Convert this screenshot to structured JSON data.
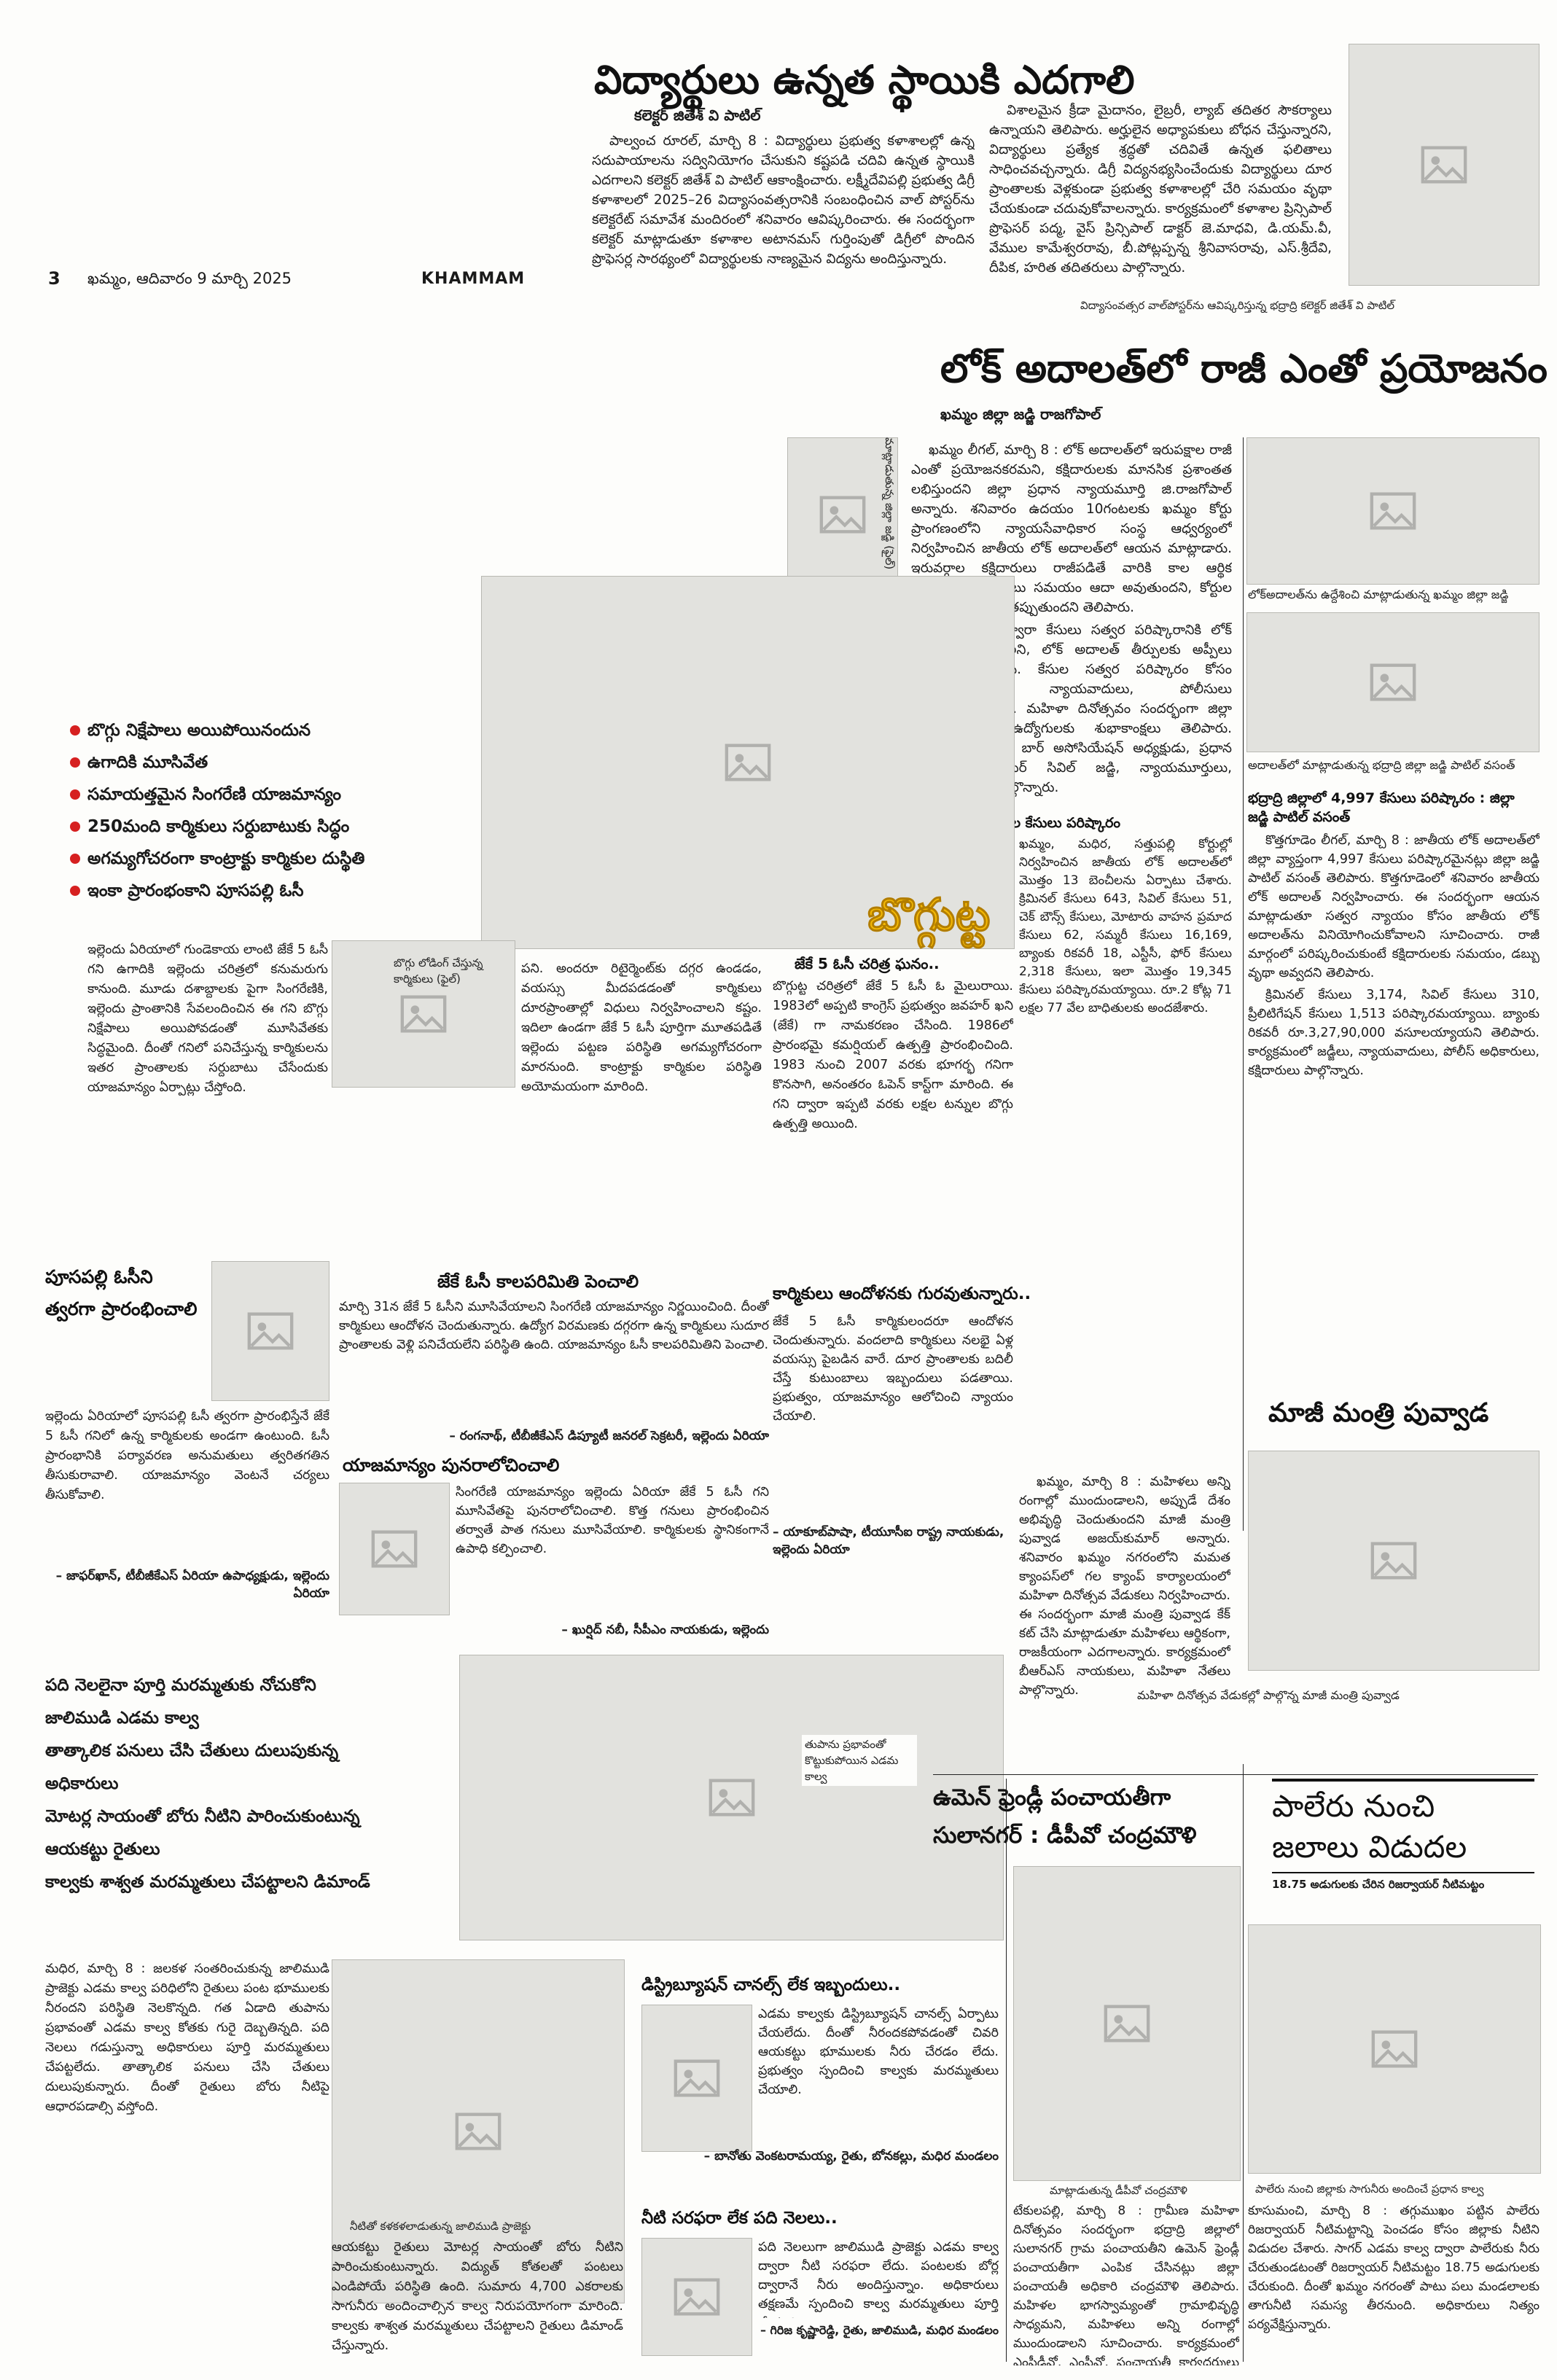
{
  "header": {
    "page_number": "3",
    "date_line": "ఖమ్మం, ఆదివారం 9 మార్చి 2025",
    "edition": "KHAMMAM"
  },
  "story_students": {
    "headline": "విద్యార్థులు ఉన్నత స్థాయికి ఎదగాలి",
    "byline": "కలెక్టర్ జితేశ్ వి పాటిల్",
    "paragraphs": [
      "పాల్వంచ రూరల్, మార్చి 8 : విద్యార్థులు ప్రభుత్వ కళాశాలల్లో ఉన్న సదుపాయాలను సద్వినియోగం చేసుకుని కష్టపడి చదివి ఉన్నత స్థాయికి ఎదగాలని కలెక్టర్ జితేశ్ వి పాటిల్ ఆకాంక్షించారు. లక్ష్మీదేవిపల్లి ప్రభుత్వ డిగ్రీ కళాశాలలో 2025–26 విద్యాసంవత్సరానికి సంబంధించిన వాల్ పోస్టర్‌ను కలెక్టరేట్ సమావేశ మందిరంలో శనివారం ఆవిష్కరించారు. ఈ సందర్భంగా కలెక్టర్ మాట్లాడుతూ కళాశాల అటానమస్ గుర్తింపుతో డిగ్రీలో పొందిన ప్రొఫెసర్ల సారథ్యంలో విద్యార్థులకు నాణ్యమైన విద్యను అందిస్తున్నారు.",
      "విశాలమైన క్రీడా మైదానం, లైబ్రరీ, ల్యాబ్ తదితర సౌకర్యాలు ఉన్నాయని తెలిపారు. అర్హులైన అధ్యాపకులు బోధన చేస్తున్నారని, విద్యార్థులు ప్రత్యేక శ్రద్ధతో చదివితే ఉన్నత ఫలితాలు సాధించవచ్చన్నారు. డిగ్రీ విద్యనభ్యసించేందుకు విద్యార్థులు దూర ప్రాంతాలకు వెళ్లకుండా ప్రభుత్వ కళాశాలల్లో చేరి సమయం వృథా చేయకుండా చదువుకోవాలన్నారు. కార్యక్రమంలో కళాశాల ప్రిన్సిపాల్ ప్రొఫెసర్ పద్మ, వైస్ ప్రిన్సిపాల్ డాక్టర్ జె.మాధవి, డి.యమ్.వీ, వేముల కామేశ్వరరావు, బీ.పోట్లప్పన్న శ్రీనివాసరావు, ఎస్.శ్రీదేవి, దీపిక, హరిత తదితరులు పాల్గొన్నారు."
    ],
    "photo_caption": "విద్యాసంవత్సర వాల్‌పోస్టర్‌ను ఆవిష్కరిస్తున్న భద్రాద్రి కలెక్టర్ జితేశ్ వి పాటిల్"
  },
  "story_lok_adalat": {
    "headline": "లోక్ అదాలత్‌లో రాజీ ఎంతో ప్రయోజనం",
    "byline": "ఖమ్మం జిల్లా జడ్జి రాజగోపాల్",
    "photo_label_vertical": "మాట్లాడుతున్న జిల్లా జడ్జి (ఫైల్)",
    "paragraphs": [
      "ఖమ్మం లీగల్, మార్చి 8 : లోక్ అదాలత్‌లో ఇరుపక్షాల రాజీ ఎంతో ప్రయోజనకరమని, కక్షిదారులకు మానసిక ప్రశాంతత లభిస్తుందని జిల్లా ప్రధాన న్యాయమూర్తి జి.రాజగోపాల్ అన్నారు. శనివారం ఉదయం 10గంటలకు ఖమ్మం కోర్టు ప్రాంగణంలోని న్యాయసేవాధికార సంస్థ ఆధ్వర్యంలో నిర్వహించిన జాతీయ లోక్ అదాలత్‌లో ఆయన మాట్లాడారు. ఇరువర్గాల కక్షిదారులు రాజీపడితే వారికి కాల ఆర్థిక ప్రయోజనాలతో పాటు సమయం ఆదా అవుతుందని, కోర్టుల చుట్టూ తిరిగే బాధ తప్పుతుందని తెలిపారు.",
      "రాజీ మార్గం ద్వారా కేసులు సత్వర పరిష్కారానికి లోక్ అదాలత్ వేదిక అని, లోక్ అదాలత్ తీర్పులకు అప్పీలు ఉండదని చెప్పారు. కేసుల సత్వర పరిష్కారం కోసం న్యాయమూర్తులు, న్యాయవాదులు, పోలీసులు సహకరించాలన్నారు. మహిళా దినోత్సవం సందర్భంగా జిల్లా జడ్జి మహిళా ఉద్యోగులకు శుభాకాంక్షలు తెలిపారు. కార్యక్రమంలో జిల్లా బార్ అసోసియేషన్ అధ్యక్షుడు, ప్రధాన కార్యదర్శి, సీనియర్ సివిల్ జడ్జి, న్యాయమూర్తులు, న్యాయవాదులు పాల్గొన్నారు."
    ],
    "sub_19": "19 వేల కేసులు పరిష్కారం",
    "sub_19_text": "ఖమ్మం, మధిర, సత్తుపల్లి కోర్టుల్లో నిర్వహించిన జాతీయ లోక్ అదాలత్‌లో మొత్తం 13 బెంచీలను ఏర్పాటు చేశారు. క్రిమినల్ కేసులు 643, సివిల్ కేసులు 51, చెక్ బౌన్స్ కేసులు, మోటారు వాహన ప్రమాద కేసులు 62, సమ్మరీ కేసులు 16,169, బ్యాంకు రికవరీ 18, ఎస్టీసీ, ఫోర్ కేసులు 2,318 కేసులు, ఇలా మొత్తం 19,345 కేసులు పరిష్కారమయ్యాయి. రూ.2 కోట్ల 71 లక్షల 77 వేల బాధితులకు అందజేశారు.",
    "photo_caption_1": "లోక్‌అదాలత్‌ను ఉద్దేశించి మాట్లాడుతున్న ఖమ్మం జిల్లా జడ్జి",
    "photo_caption_2": "అదాలత్‌లో మాట్లాడుతున్న భద్రాద్రి జిల్లా జడ్జి పాటిల్ వసంత్"
  },
  "story_bhadradri_cases": {
    "sub": "భద్రాద్రి జిల్లాలో 4,997 కేసులు పరిష్కారం : జిల్లా జడ్జి పాటిల్ వసంత్",
    "paragraphs": [
      "కొత్తగూడెం లీగల్, మార్చి 8 : జాతీయ లోక్ అదాలత్‌లో జిల్లా వ్యాప్తంగా 4,997 కేసులు పరిష్కారమైనట్లు జిల్లా జడ్జి పాటిల్ వసంత్ తెలిపారు. కొత్తగూడెంలో శనివారం జాతీయ లోక్ అదాలత్ నిర్వహించారు. ఈ సందర్భంగా ఆయన మాట్లాడుతూ సత్వర న్యాయం కోసం జాతీయ లోక్ అదాలత్‌ను వినియోగించుకోవాలని సూచించారు. రాజీ మార్గంలో పరిష్కరించుకుంటే కక్షిదారులకు సమయం, డబ్బు వృథా అవ్వదని తెలిపారు.",
      "క్రిమినల్ కేసులు 3,174, సివిల్ కేసులు 310, ప్రీలిటిగేషన్ కేసులు 1,513 పరిష్కారమయ్యాయి. బ్యాంకు రికవరీ రూ.3,27,90,000 వసూలయ్యాయని తెలిపారు. కార్యక్రమంలో జడ్జీలు, న్యాయవాదులు, పోలీస్ అధికారులు, కక్షిదారులు పాల్గొన్నారు."
    ]
  },
  "ex_minister": {
    "headline": "మాజీ మంత్రి పువ్వాడ",
    "paragraphs": [
      "ఖమ్మం, మార్చి 8 : మహిళలు అన్ని రంగాల్లో ముందుండాలని, అప్పుడే దేశం అభివృద్ధి చెందుతుందని మాజీ మంత్రి పువ్వాడ అజయ్‌కుమార్ అన్నారు. శనివారం ఖమ్మం నగరంలోని మమత క్యాంపస్‌లో గల క్యాంప్ కార్యాలయంలో మహిళా దినోత్సవ వేడుకలు నిర్వహించారు. ఈ సందర్భంగా మాజీ మంత్రి పువ్వాడ కేక్ కట్ చేసి మాట్లాడుతూ మహిళలు ఆర్థికంగా, రాజకీయంగా ఎదగాలన్నారు. కార్యక్రమంలో బీఆర్ఎస్ నాయకులు, మహిళా నేతలు పాల్గొన్నారు."
    ],
    "photo_caption": "మహిళా దినోత్సవ వేడుకల్లో పాల్గొన్న మాజీ మంత్రి పువ్వాడ"
  },
  "coal_bullets": [
    "బొగ్గు నిక్షేపాలు అయిపోయినందున",
    "ఉగాదికి మూసివేత",
    "సమాయత్తమైన సింగరేణి యాజమాన్యం",
    "250మంది కార్మికులు సర్దుబాటుకు సిద్ధం",
    "అగమ్యగోచరంగా కాంట్రాక్టు కార్మికుల దుస్థితి",
    "ఇంకా ప్రారంభంకాని పూసపల్లి ఓసీ"
  ],
  "coal_story": {
    "title_art": "బొగ్గుట్ట",
    "photo_caption": "బొగ్గు లోడింగ్ చేస్తున్న కార్మికులు (ఫైల్)",
    "left_text": "ఇల్లెందు ఏరియాలో గుండెకాయ లాంటి జేకే 5 ఓసీ గని ఉగాదికి ఇల్లెందు చరిత్రలో కనుమరుగు కానుంది. మూడు దశాబ్దాలకు పైగా సింగరేణికి, ఇల్లెందు ప్రాంతానికి సేవలందించిన ఈ గని బొగ్గు నిక్షేపాలు అయిపోవడంతో మూసివేతకు సిద్ధమైంది. దీంతో గనిలో పనిచేస్తున్న కార్మికులను ఇతర ప్రాంతాలకు సర్దుబాటు చేసేందుకు యాజమాన్యం ఏర్పాట్లు చేస్తోంది.",
    "mid_text": "పని. అందరూ రిటైర్మెంట్‌కు దగ్గర ఉండడం, వయస్సు మీదపడడంతో కార్మికులు దూరప్రాంతాల్లో విధులు నిర్వహించాలని కష్టం. ఇదిలా ఉండగా జేకే 5 ఓసీ పూర్తిగా మూతపడితే ఇల్లెందు పట్టణ పరిస్థితి అగమ్యగోచరంగా మారనుంది. కాంట్రాక్టు కార్మికుల పరిస్థితి అయోమయంగా మారింది.",
    "history_sub": "జేకే 5 ఓసీ చరిత్ర ఘనం..",
    "history_text": "బొగ్గుట్ట చరిత్రలో జేకే 5 ఓసీ ఓ మైలురాయి. 1983లో అప్పటి కాంగ్రెస్ ప్రభుత్వం జవహర్ ఖని (జేకే) గా నామకరణం చేసింది. 1986లో ప్రారంభమై కమర్షియల్ ఉత్పత్తి ప్రారంభించింది. 1983 నుంచి 2007 వరకు భూగర్భ గనిగా కొనసాగి, అనంతరం ఓపెన్ కాస్ట్‌గా మారింది. ఈ గని ద్వారా ఇప్పటి వరకు లక్షల టన్నుల బొగ్గు ఉత్పత్తి అయింది.",
    "poosapalli_heading": "పూసపల్లి ఓసీని త్వరగా ప్రారంభించాలి",
    "poosapalli_text": "ఇల్లెందు ఏరియాలో పూసపల్లి ఓసీ త్వరగా ప్రారంభిస్తేనే జేకే 5 ఓసీ గనిలో ఉన్న కార్మికులకు అండగా ఉంటుంది. ఓసీ ప్రారంభానికి పర్యావరణ అనుమతులు త్వరితగతిన తీసుకురావాలి. యాజమాన్యం వెంటనే చర్యలు తీసుకోవాలి.",
    "poosapalli_byline": "– జాఫర్‌ఖాన్, టీబీజీకేఎస్ ఏరియా ఉపాధ్యక్షుడు, ఇల్లెందు ఏరియా",
    "pension_heading": "జేకే ఓసీ కాలపరిమితి పెంచాలి",
    "pension_text": "మార్చి 31న జేకే 5 ఓసీని మూసివేయాలని సింగరేణి యాజమాన్యం నిర్ణయించింది. దీంతో కార్మికులు ఆందోళన చెందుతున్నారు. ఉద్యోగ విరమణకు దగ్గరగా ఉన్న కార్మికులు సుదూర ప్రాంతాలకు వెళ్లి పనిచేయలేని పరిస్థితి ఉంది. యాజమాన్యం ఓసీ కాలపరిమితిని పెంచాలి.",
    "pension_byline": "– రంగనాథ్, టీబీజీకేఎస్ డిప్యూటీ జనరల్ సెక్రటరీ, ఇల్లెందు ఏరియా",
    "mgmt_heading": "యాజమాన్యం పునరాలోచించాలి",
    "mgmt_text": "సింగరేణి యాజమాన్యం ఇల్లెందు ఏరియా జేకే 5 ఓసీ గని మూసివేతపై పునరాలోచించాలి. కొత్త గనులు ప్రారంభించిన తర్వాతే పాత గనులు మూసివేయాలి. కార్మికులకు స్థానికంగానే ఉపాధి కల్పించాలి.",
    "mgmt_byline": "– ఖుర్షిద్ నబీ, సీపీఎం నాయకుడు, ఇల్లెందు",
    "worry_heading": "కార్మికులు ఆందోళనకు గురవుతున్నారు..",
    "worry_text": "జేకే 5 ఓసీ కార్మికులందరూ ఆందోళన చెందుతున్నారు. వందలాది కార్మికులు నలభై ఏళ్ల వయస్సు పైబడిన వారే. దూర ప్రాంతాలకు బదిలీ చేస్తే కుటుంబాలు ఇబ్బందులు పడతాయి. ప్రభుత్వం, యాజమాన్యం ఆలోచించి న్యాయం చేయాలి.",
    "worry_byline": "– యాకూబ్‌పాషా, టీయూసీఐ రాష్ట్ర నాయకుడు, ఇల్లెందు ఏరియా"
  },
  "story_jalimudi": {
    "bold_lines": [
      "పది నెలలైనా పూర్తి మరమ్మతుకు నోచుకోని",
      "జాలిముడి ఎడమ కాల్వ",
      "తాత్కాలిక పనులు చేసి చేతులు దులుపుకున్న",
      "అధికారులు",
      "మోటర్ల సాయంతో బోరు నీటిని పారించుకుంటున్న",
      "ఆయకట్టు రైతులు",
      "కాల్వకు శాశ్వత మరమ్మతులు చేపట్టాలని డిమాండ్"
    ],
    "photo_caption_1": "తుపాను ప్రభావంతో కొట్టుకుపోయిన ఎడమ కాల్వ",
    "photo_caption_2": "నీటితో కళకళలాడుతున్న జాలిముడి ప్రాజెక్టు",
    "left_text": "మధిర, మార్చి 8 : జలకళ సంతరించుకున్న జాలిముడి ప్రాజెక్టు ఎడమ కాల్వ పరిధిలోని రైతులు పంట భూములకు నీరందని పరిస్థితి నెలకొన్నది. గత ఏడాది తుపాను ప్రభావంతో ఎడమ కాల్వ కోతకు గురై దెబ్బతిన్నది. పది నెలలు గడుస్తున్నా అధికారులు పూర్తి మరమ్మతులు చేపట్టలేదు. తాత్కాలిక పనులు చేసి చేతులు దులుపుకున్నారు. దీంతో రైతులు బోరు నీటిపై ఆధారపడాల్సి వస్తోంది.",
    "mid_text": "ఆయకట్టు రైతులు మోటర్ల సాయంతో బోరు నీటిని పారించుకుంటున్నారు. విద్యుత్ కోతలతో పంటలు ఎండిపోయే పరిస్థితి ఉంది. సుమారు 4,700 ఎకరాలకు సాగునీరు అందించాల్సిన కాల్వ నిరుపయోగంగా మారింది. కాల్వకు శాశ్వత మరమ్మతులు చేపట్టాలని రైతులు డిమాండ్ చేస్తున్నారు.",
    "dist_heading": "డిస్ట్రిబ్యూషన్ చానల్స్ లేక ఇబ్బందులు..",
    "dist_text": "ఎడమ కాల్వకు డిస్ట్రిబ్యూషన్ చానల్స్ ఏర్పాటు చేయలేదు. దీంతో నీరందకపోవడంతో చివరి ఆయకట్టు భూములకు నీరు చేరడం లేదు. ప్రభుత్వం స్పందించి కాల్వకు మరమ్మతులు చేయాలి.",
    "dist_byline": "– బానోతు వెంకటరామయ్య, రైతు, బోనకల్లు, మధిర మండలం",
    "water_heading": "నీటి సరఫరా లేక పది నెలలు..",
    "water_text": "పది నెలలుగా జాలిముడి ప్రాజెక్టు ఎడమ కాల్వ ద్వారా నీటి సరఫరా లేదు. పంటలకు బోర్ల ద్వారానే నీరు అందిస్తున్నాం. అధికారులు తక్షణమే స్పందించి కాల్వ మరమ్మతులు పూర్తి చేయాలి.",
    "water_byline": "– గిరిజ కృష్ణారెడ్డి, రైతు, జాలిముడి, మధిర మండలం"
  },
  "story_women_panchayat": {
    "headline_1": "ఉమెన్ ఫ్రెండ్లీ పంచాయతీగా",
    "headline_2": "సులానగర్ : డీపీవో చంద్రమౌళి",
    "photo_caption": "మాట్లాడుతున్న డీపీవో చంద్రమౌళి",
    "text": "టేకులపల్లి, మార్చి 8 : గ్రామీణ మహిళా దినోత్సవం సందర్భంగా భద్రాద్రి జిల్లాలో సులానగర్ గ్రామ పంచాయతీని ఉమెన్ ఫ్రెండ్లీ పంచాయతీగా ఎంపిక చేసినట్లు జిల్లా పంచాయతీ అధికారి చంద్రమౌళి తెలిపారు. మహిళల భాగస్వామ్యంతో గ్రామాభివృద్ధి సాధ్యమని, మహిళలు అన్ని రంగాల్లో ముందుండాలని సూచించారు. కార్యక్రమంలో ఎంపీడీవో, ఎంపీవో, పంచాయతీ కార్యదర్శులు పాల్గొన్నారు."
  },
  "story_paleru": {
    "headline_1": "పాలేరు నుంచి",
    "headline_2": "జలాలు విడుదల",
    "sub": "18.75 అడుగులకు చేరిన రిజర్వాయర్ నీటిమట్టం",
    "photo_caption": "పాలేరు నుంచి జిల్లాకు సాగునీరు అందించే ప్రధాన కాల్వ",
    "text": "కూసుమంచి, మార్చి 8 : తగ్గుముఖం పట్టిన పాలేరు రిజర్వాయర్ నీటిమట్టాన్ని పెంచడం కోసం జిల్లాకు నీటిని విడుదల చేశారు. సాగర్ ఎడమ కాల్వ ద్వారా పాలేరుకు నీరు చేరుతుండటంతో రిజర్వాయర్ నీటిమట్టం 18.75 అడుగులకు చేరుకుంది. దీంతో ఖమ్మం నగరంతో పాటు పలు మండలాలకు తాగునీటి సమస్య తీరనుంది. అధికారులు నిత్యం పర్యవేక్షిస్తున్నారు."
  }
}
